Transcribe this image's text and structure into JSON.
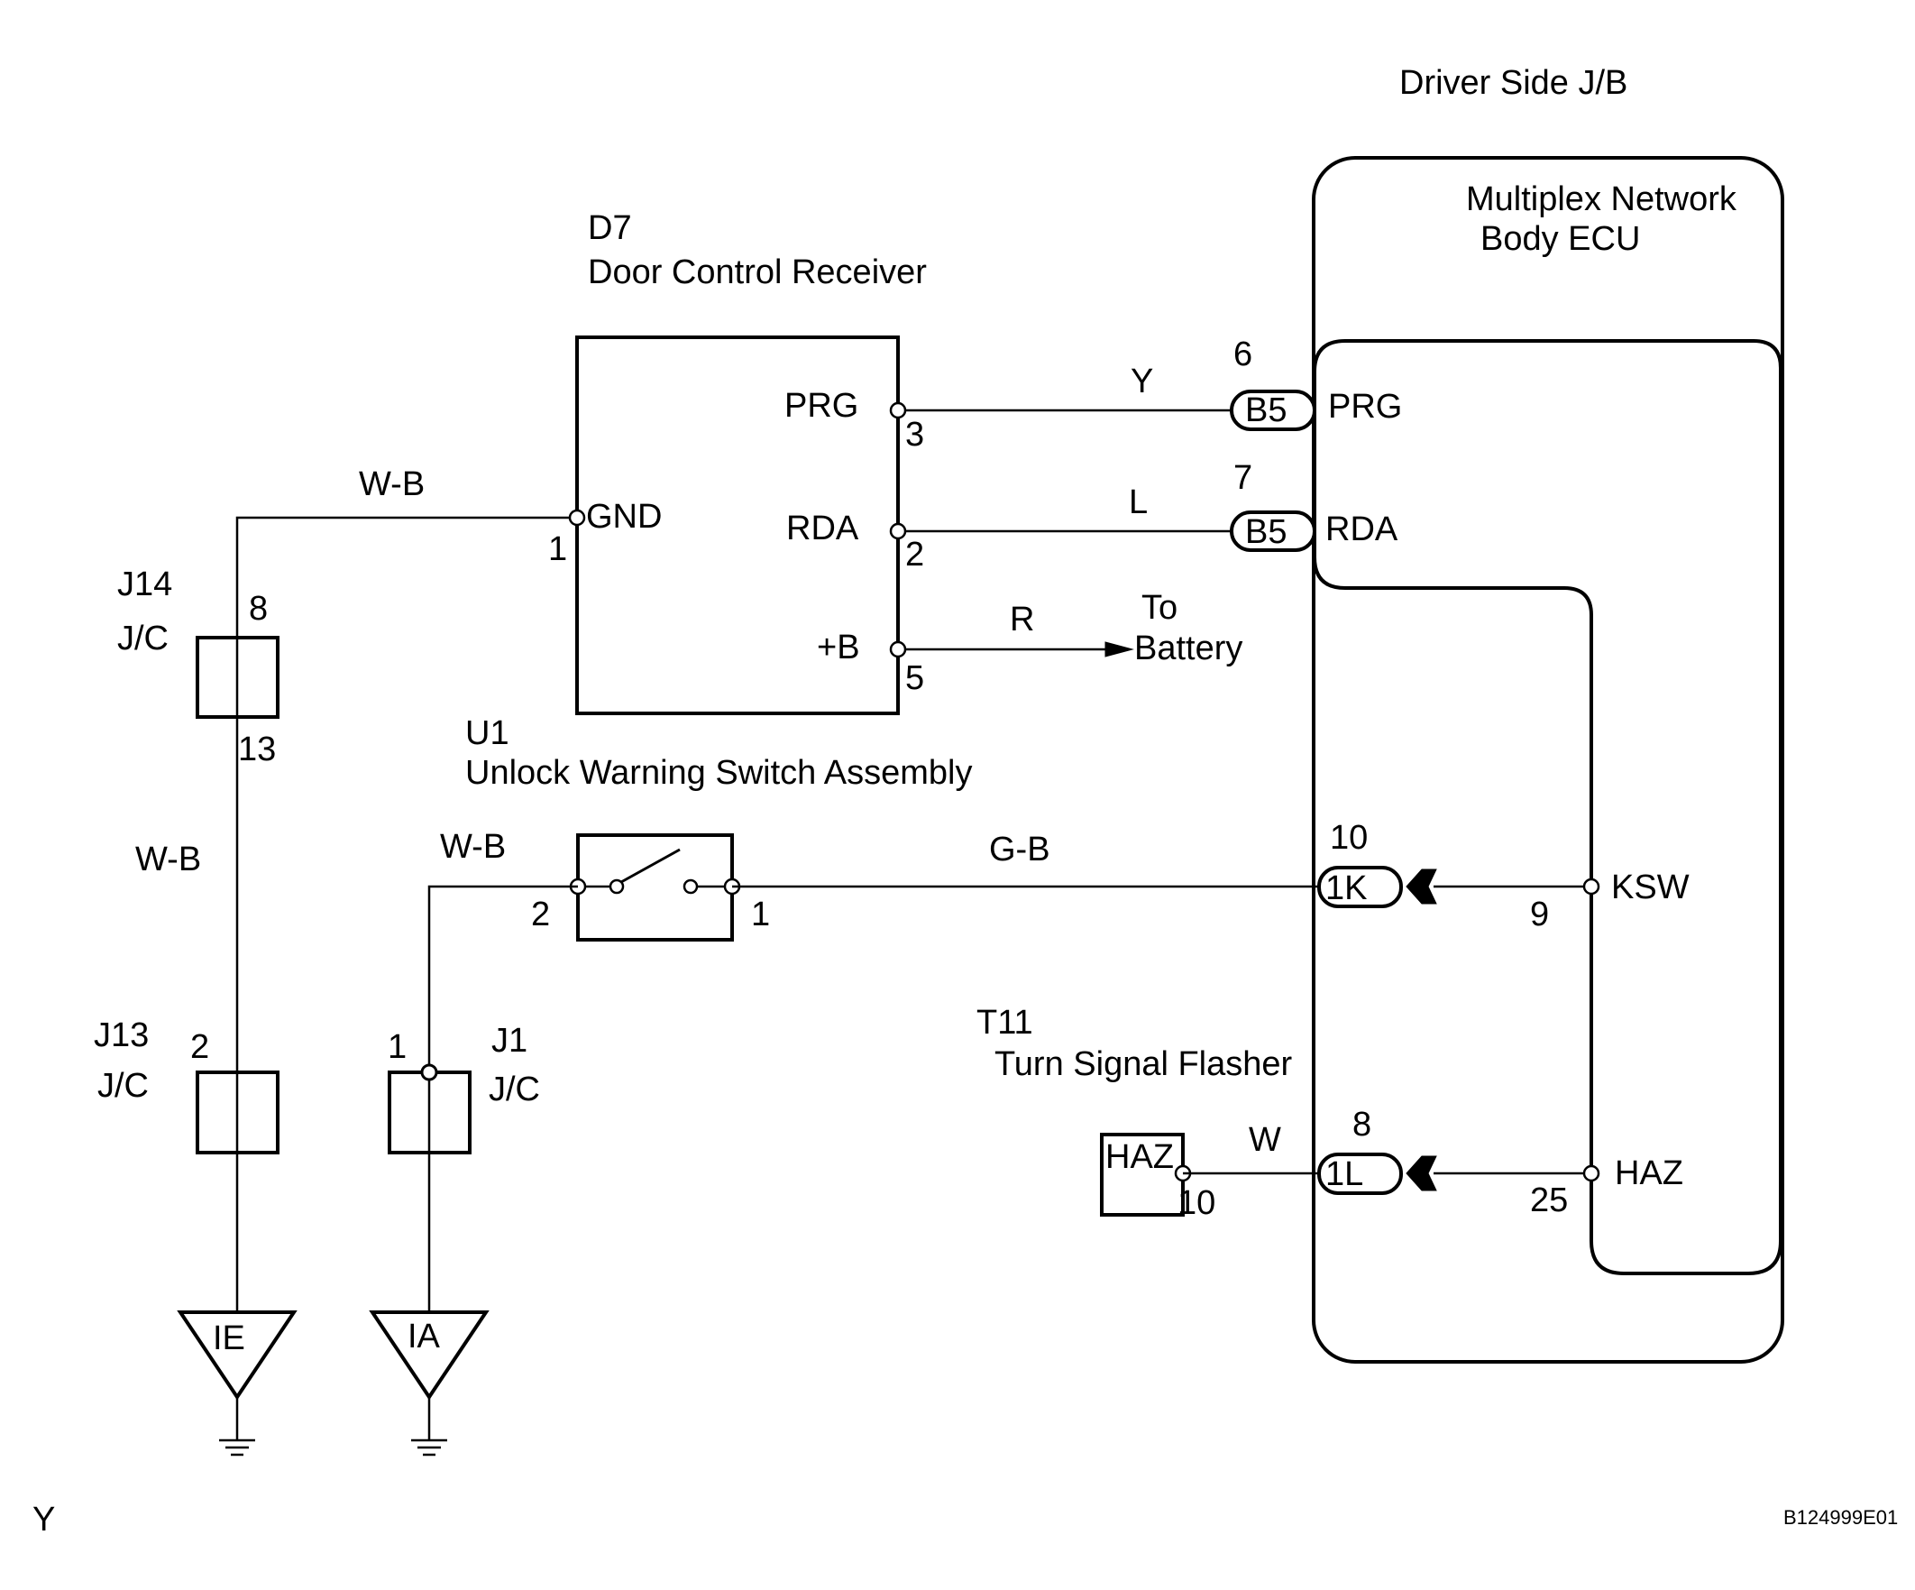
{
  "title": "Driver Side J/B",
  "ecu": {
    "line1": "Multiplex Network",
    "line2": "Body ECU"
  },
  "receiver": {
    "code": "D7",
    "name": "Door Control Receiver",
    "pins": {
      "prg": {
        "label": "PRG",
        "num": "3"
      },
      "rda": {
        "label": "RDA",
        "num": "2"
      },
      "gnd": {
        "label": "GND",
        "num": "1"
      },
      "b": {
        "label": "+B",
        "num": "5"
      }
    }
  },
  "connectors": {
    "b5a": {
      "label": "B5",
      "num": "6",
      "pin": "PRG"
    },
    "b5b": {
      "label": "B5",
      "num": "7",
      "pin": "RDA"
    },
    "k1": {
      "label": "1K",
      "num": "10"
    },
    "l1": {
      "label": "1L",
      "num": "8"
    }
  },
  "ecu_pins": {
    "ksw": {
      "label": "KSW",
      "num": "9"
    },
    "haz": {
      "label": "HAZ",
      "num": "25"
    }
  },
  "wires": {
    "prg": "Y",
    "rda": "L",
    "b": "R",
    "gnd": "W-B",
    "j14_down": "W-B",
    "switch_left": "W-B",
    "switch_right": "G-B",
    "haz": "W"
  },
  "battery": {
    "line1": "To",
    "line2": "Battery"
  },
  "switch": {
    "code": "U1",
    "name": "Unlock Warning Switch Assembly",
    "pin_left": "2",
    "pin_right": "1"
  },
  "flasher": {
    "code": "T11",
    "name": "Turn Signal Flasher",
    "box_label": "HAZ",
    "pin": "10"
  },
  "j14": {
    "code": "J14",
    "type": "J/C",
    "pin_top": "8",
    "pin_bottom": "13"
  },
  "j13": {
    "code": "J13",
    "type": "J/C",
    "pin": "2"
  },
  "j1": {
    "code": "J1",
    "type": "J/C",
    "pin": "1"
  },
  "grounds": {
    "ie": "IE",
    "ia": "IA"
  },
  "corner_left": "Y",
  "figure_id": "B124999E01"
}
